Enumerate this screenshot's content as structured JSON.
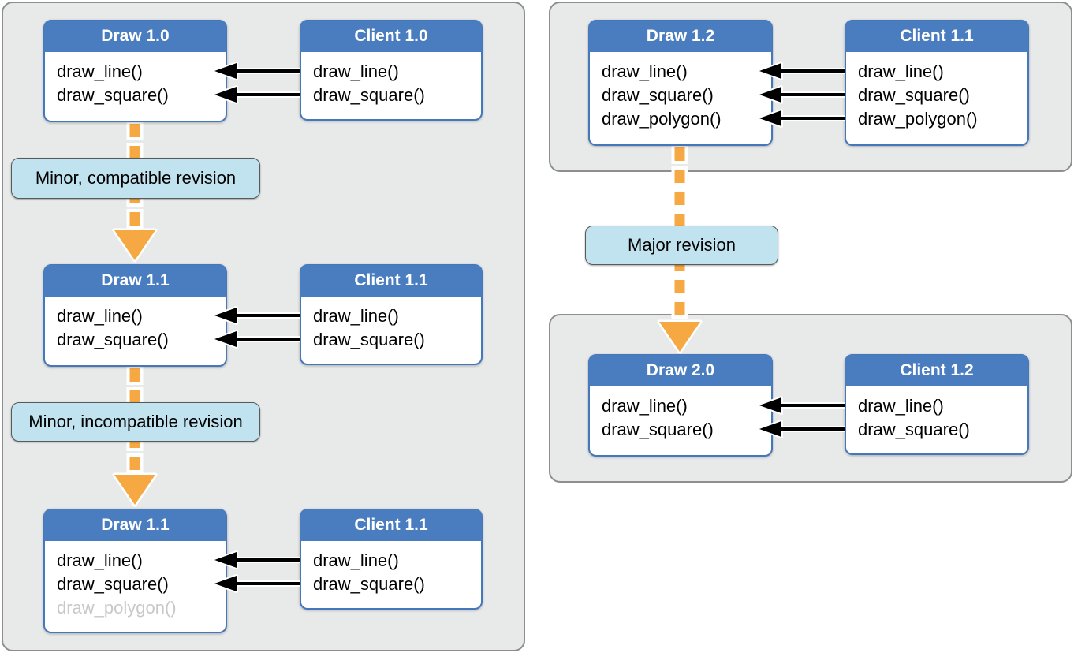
{
  "boxes": [
    {
      "title": "Draw 1.0",
      "methods": [
        {
          "label": "draw_line()"
        },
        {
          "label": "draw_square()"
        }
      ]
    },
    {
      "title": "Client 1.0",
      "methods": [
        {
          "label": "draw_line()"
        },
        {
          "label": "draw_square()"
        }
      ]
    },
    {
      "title": "Draw 1.1",
      "methods": [
        {
          "label": "draw_line()"
        },
        {
          "label": "draw_square()"
        }
      ]
    },
    {
      "title": "Client 1.1",
      "methods": [
        {
          "label": "draw_line()"
        },
        {
          "label": "draw_square()"
        }
      ]
    },
    {
      "title": "Draw 1.1",
      "methods": [
        {
          "label": "draw_line()"
        },
        {
          "label": "draw_square()"
        },
        {
          "label": "draw_polygon()",
          "muted": true
        }
      ]
    },
    {
      "title": "Client 1.1",
      "methods": [
        {
          "label": "draw_line()"
        },
        {
          "label": "draw_square()"
        }
      ]
    },
    {
      "title": "Draw 1.2",
      "methods": [
        {
          "label": "draw_line()"
        },
        {
          "label": "draw_square()"
        },
        {
          "label": "draw_polygon()"
        }
      ]
    },
    {
      "title": "Client 1.1",
      "methods": [
        {
          "label": "draw_line()"
        },
        {
          "label": "draw_square()"
        },
        {
          "label": "draw_polygon()"
        }
      ]
    },
    {
      "title": "Draw 2.0",
      "methods": [
        {
          "label": "draw_line()"
        },
        {
          "label": "draw_square()"
        }
      ]
    },
    {
      "title": "Client 1.2",
      "methods": [
        {
          "label": "draw_line()"
        },
        {
          "label": "draw_square()"
        }
      ]
    }
  ],
  "labels": [
    {
      "text": "Minor, compatible revision"
    },
    {
      "text": "Minor, incompatible revision"
    },
    {
      "text": "Major revision"
    }
  ],
  "colors": {
    "panel_background": "#e8eaea",
    "panel_border": "#8e8e8e",
    "box_header_blue": "#4a7dc0",
    "box_border_blue": "#4577bd",
    "label_background": "#c1e3ef",
    "revision_arrow_orange": "#f6a843",
    "muted_method_gray": "#c6c8ca",
    "call_arrow_black": "#000000"
  }
}
